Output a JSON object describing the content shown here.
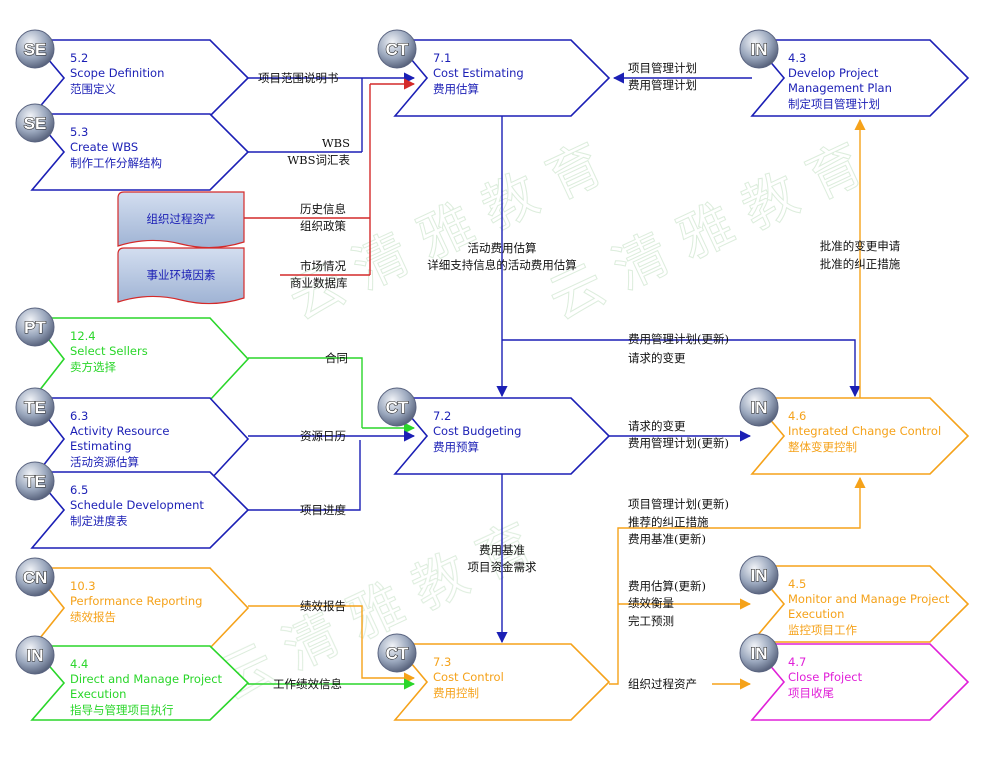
{
  "colors": {
    "blue": "#1b1fb5",
    "green": "#2ad62a",
    "orange": "#f5a21a",
    "magenta": "#e020d8",
    "red": "#d42a2a",
    "asset_fill": "#b8c8e0",
    "asset_text": "#1b1fb5",
    "badge": "#9aa7bd"
  },
  "processes": [
    {
      "id": "p52",
      "badge": "SE",
      "number": "5.2",
      "title": "Scope Definition",
      "title2": "",
      "cn": "范围定义",
      "color": "blue"
    },
    {
      "id": "p53",
      "badge": "SE",
      "number": "5.3",
      "title": "Create WBS",
      "title2": "",
      "cn": "制作工作分解结构",
      "color": "blue"
    },
    {
      "id": "p124",
      "badge": "PT",
      "number": "12.4",
      "title": "Select Sellers",
      "title2": "",
      "cn": "卖方选择",
      "color": "green"
    },
    {
      "id": "p63",
      "badge": "TE",
      "number": "6.3",
      "title": "Activity Resource",
      "title2": "Estimating",
      "cn": "活动资源估算",
      "color": "blue"
    },
    {
      "id": "p65",
      "badge": "TE",
      "number": "6.5",
      "title": "Schedule Development",
      "title2": "",
      "cn": "制定进度表",
      "color": "blue"
    },
    {
      "id": "p103",
      "badge": "CN",
      "number": "10.3",
      "title": "Performance Reporting",
      "title2": "",
      "cn": "绩效报告",
      "color": "orange"
    },
    {
      "id": "p44",
      "badge": "IN",
      "number": "4.4",
      "title": "Direct and Manage Project",
      "title2": "Execution",
      "cn": "指导与管理项目执行",
      "color": "green"
    },
    {
      "id": "p71",
      "badge": "CT",
      "number": "7.1",
      "title": "Cost Estimating",
      "title2": "",
      "cn": "费用估算",
      "color": "blue"
    },
    {
      "id": "p72",
      "badge": "CT",
      "number": "7.2",
      "title": "Cost Budgeting",
      "title2": "",
      "cn": "费用预算",
      "color": "blue"
    },
    {
      "id": "p73",
      "badge": "CT",
      "number": "7.3",
      "title": "Cost Control",
      "title2": "",
      "cn": "费用控制",
      "color": "orange"
    },
    {
      "id": "p43",
      "badge": "IN",
      "number": "4.3",
      "title": "Develop Project",
      "title2": "Management Plan",
      "cn": "制定项目管理计划",
      "color": "blue"
    },
    {
      "id": "p46",
      "badge": "IN",
      "number": "4.6",
      "title": "Integrated Change Control",
      "title2": "",
      "cn": "整体变更控制",
      "color": "orange"
    },
    {
      "id": "p45",
      "badge": "IN",
      "number": "4.5",
      "title": "Monitor and Manage Project",
      "title2": "Execution",
      "cn": "监控项目工作",
      "color": "orange"
    },
    {
      "id": "p47",
      "badge": "IN",
      "number": "4.7",
      "title": "Close Pfoject",
      "title2": "",
      "cn": "项目收尾",
      "color": "magenta"
    }
  ],
  "assets": [
    {
      "id": "opa",
      "label": "组织过程资产"
    },
    {
      "id": "eef",
      "label": "事业环境因素"
    }
  ],
  "flow_labels": {
    "scope_statement": "项目范围说明书",
    "wbs": "WBS",
    "wbs_dictionary": "WBS词汇表",
    "historical_info": "历史信息",
    "org_policy": "组织政策",
    "market_conditions": "市场情况",
    "commercial_db": "商业数据库",
    "pm_plan": "项目管理计划",
    "cost_mgmt_plan": "费用管理计划",
    "activity_cost_estimates": "活动费用估算",
    "activity_cost_support": "详细支持信息的活动费用估算",
    "cost_mgmt_plan_update": "费用管理计划(更新)",
    "requested_changes": "请求的变更",
    "contract": "合同",
    "resource_calendar": "资源日历",
    "project_schedule": "项目进度",
    "requested_changes_2": "请求的变更",
    "cost_mgmt_plan_update_2": "费用管理计划(更新)",
    "approved_change_requests": "批准的变更申请",
    "approved_corrective_actions": "批准的纠正措施",
    "cost_baseline": "费用基准",
    "funding_requirements": "项目资金需求",
    "pm_plan_update": "项目管理计划(更新)",
    "recommended_corrective": "推荐的纠正措施",
    "cost_baseline_update": "费用基准(更新)",
    "cost_estimates_update": "费用估算(更新)",
    "performance_measurements": "绩效衡量",
    "forecasted_completion": "完工预测",
    "performance_reports": "绩效报告",
    "work_performance_info": "工作绩效信息",
    "org_process_assets_update": "组织过程资产"
  },
  "watermark": "云 清 雅 教 育"
}
